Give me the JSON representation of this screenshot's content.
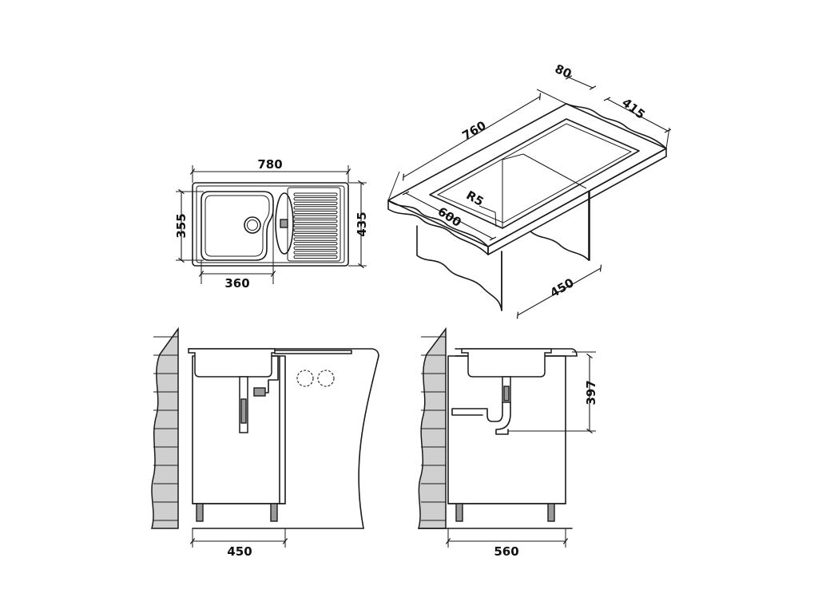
{
  "top_view": {
    "width": "780",
    "height": "435",
    "bowl_depth": "355",
    "bowl_width": "360"
  },
  "iso_view": {
    "length": "760",
    "edge": "80",
    "depth": "415",
    "base_width": "600",
    "radius": "R5",
    "cabinet_depth": "450"
  },
  "front_view": {
    "cabinet_width": "450"
  },
  "side_view": {
    "cabinet_width": "560",
    "height": "397"
  },
  "colors": {
    "line": "#1a1a1a",
    "wall_fill": "#cfcfcf",
    "basin_fill": "#ffffff",
    "background": "#ffffff"
  }
}
